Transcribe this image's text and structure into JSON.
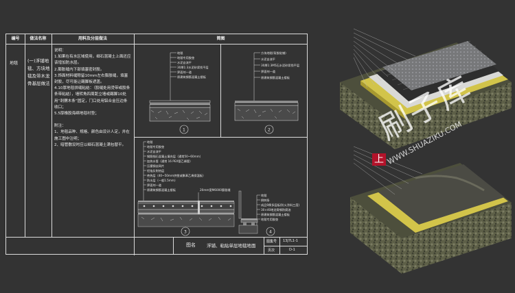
{
  "table": {
    "headers": [
      "编号",
      "做法名称",
      "用料及分层做法",
      "简图"
    ],
    "code": "地毯",
    "name": "(一)浮铺地毯、方块地毯及带木龙骨基层做法",
    "notes": [
      "说明：",
      "1.如果在有水区域使用，细石混凝土上面还应该增加防水层。",
      "2.膨胀缝内下部填塞密封胶。",
      "3.饰面材料缝隙留10mm左右膨胀缝，填塞封胶，尽可能让踢脚板遮盖。",
      "4.10厚地毯拼缝粘结：（胶缝处用烫带或胶条条带粘结），墙转角四周距立墙或踢脚10处用“刺猬木条”固定，门口处用铝合金压边条收口；",
      "5.5厚橡胶海绵地毯衬垫；",
      "",
      "附注：",
      "1、地毯品种、规格、颜色由设计人定，并在施工图中注明；",
      "2、暗管敷设时应以细石混凝土满包替平。"
    ],
    "title_label": "图名",
    "title": "浮铺、粘贴单层地毯地面",
    "atlas_label": "图集号",
    "atlas_no": "13J7L1-1",
    "page_label": "页次",
    "page_no": "D-1"
  },
  "detail1": {
    "num": "1",
    "labels": [
      "地毯",
      "地毯专用胶垫",
      "水泥自流平",
      "30厚1:3水泥砂浆找平层",
      "界面剂一道",
      "原建筑钢筋混凝土楼板"
    ]
  },
  "detail2": {
    "num": "2",
    "labels": [
      "方块地毯(背胶贴铺)",
      "水泥自流平",
      "30厚1:3M5石水泥砂浆找平层",
      "界面剂一道",
      "原建筑钢筋混凝土楼板"
    ]
  },
  "detail3": {
    "num": "3",
    "labels": [
      "地毯",
      "地毯专用胶垫",
      "水泥自流平",
      "钢筋细石混凝土填充层（通常50~60mm）",
      "加热水管（通常 16 PEX管乙烯管）",
      "压膜钢丝网片",
      "铝箔反射热层",
      "绝热层（40~50mm挤塑或聚苯乙烯保温板）",
      "防水层（一般1.5mm）",
      "界面剂一道",
      "原建筑钢筋混凝土楼板"
    ],
    "extra": "20mm宽M6000膨胀缝"
  },
  "detail4": {
    "num": "4",
    "labels": [
      "地毯",
      "倒刺条",
      "成品9厚多层板(防火涂料三度)",
      "30×40地龙骨钢防腐油",
      "原建筑钢筋混凝土楼板",
      "地毯专用胶垫"
    ]
  },
  "watermark": {
    "big": "刷子库",
    "url": "WWW.SHUAZIKU.COM",
    "mark": "上"
  },
  "colors": {
    "background": "#333333",
    "line": "#dcdcdc",
    "accent_red": "#b3132a",
    "concrete": "#6b6d56",
    "yellow_layer": "#d2c44a"
  }
}
